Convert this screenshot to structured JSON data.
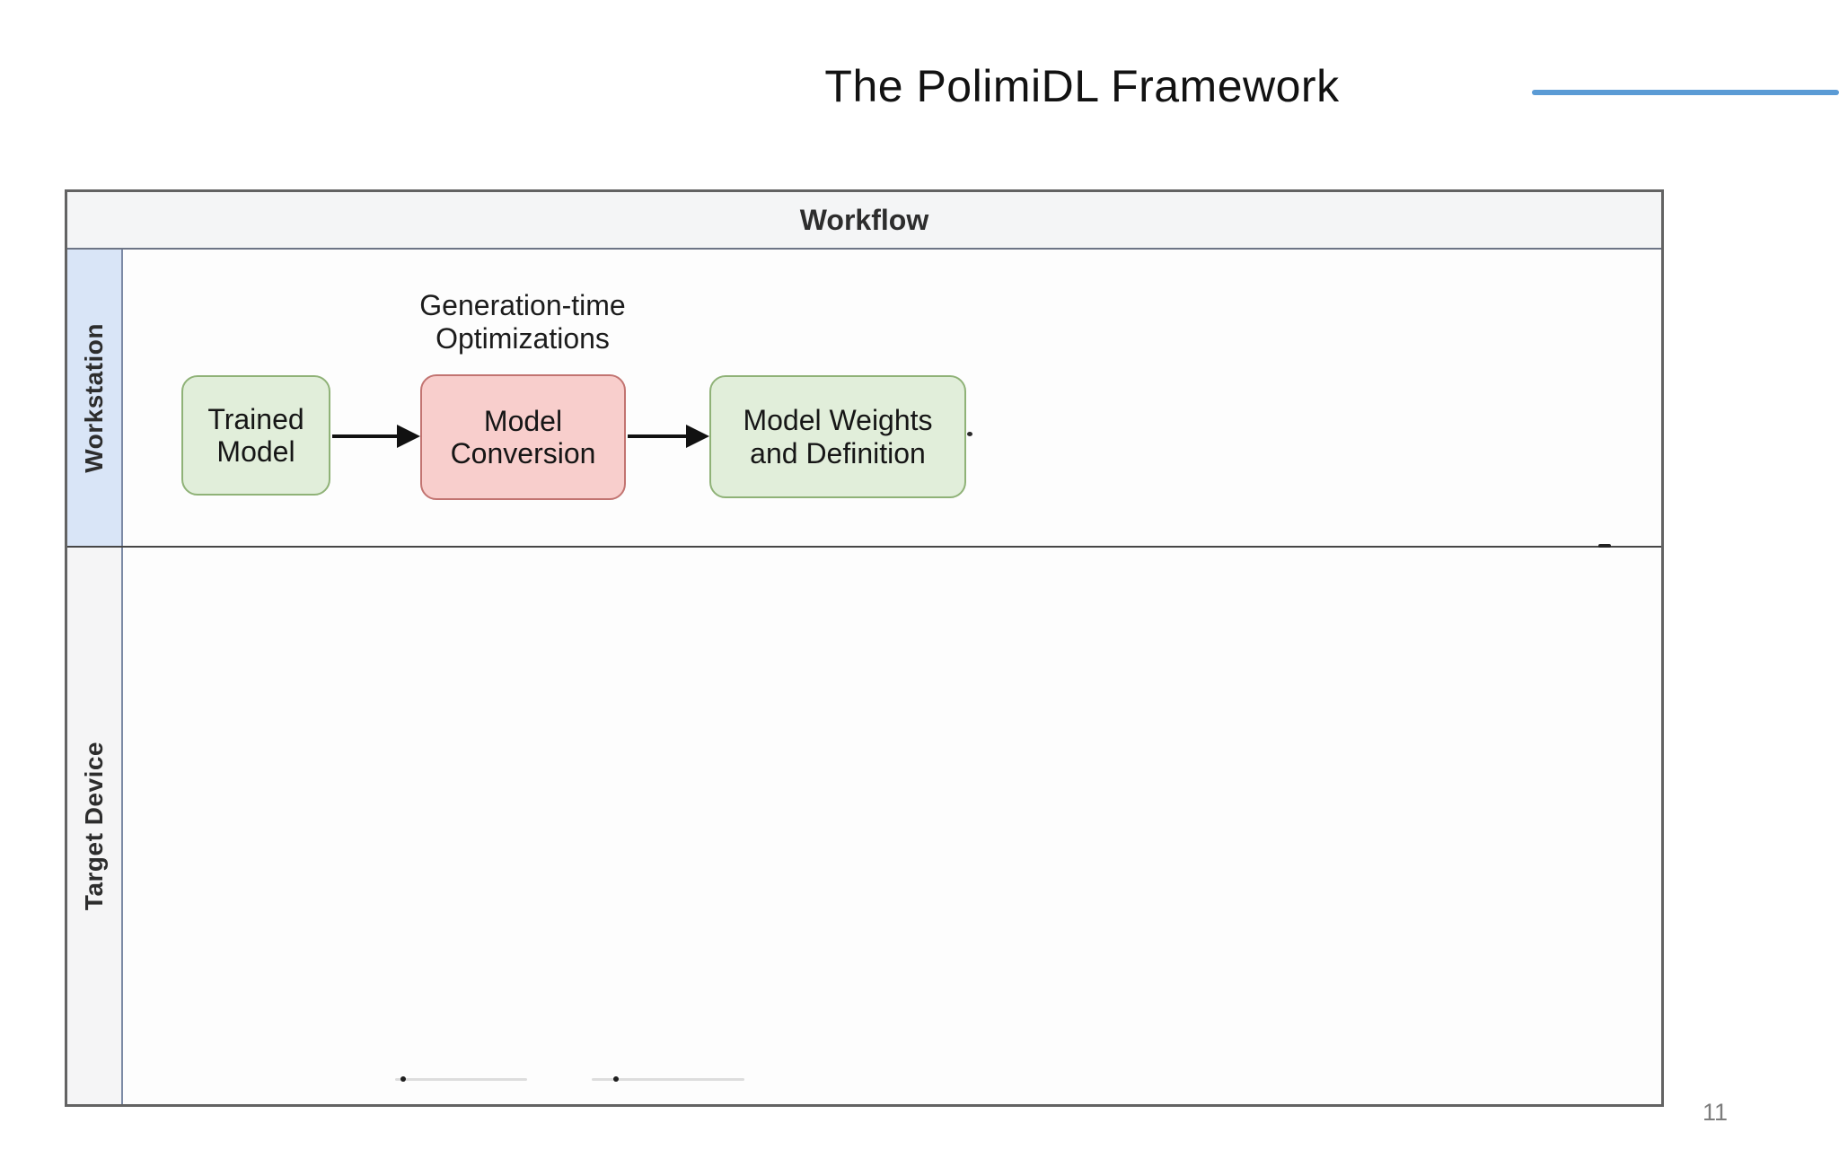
{
  "slide": {
    "title": "The PolimiDL Framework",
    "page_number": "11"
  },
  "workflow_table": {
    "header": "Workflow",
    "lanes": [
      {
        "label": "Workstation"
      },
      {
        "label": "Target Device"
      }
    ]
  },
  "diagram": {
    "caption": {
      "line1": "Generation-time",
      "line2": "Optimizations"
    },
    "nodes": [
      {
        "id": "trained-model",
        "line1": "Trained",
        "line2": "Model",
        "color": "green"
      },
      {
        "id": "model-conversion",
        "line1": "Model",
        "line2": "Conversion",
        "color": "red"
      },
      {
        "id": "model-weights",
        "line1": "Model Weights",
        "line2": "and Definition",
        "color": "green"
      }
    ],
    "arrows": [
      {
        "from": "trained-model",
        "to": "model-conversion"
      },
      {
        "from": "model-conversion",
        "to": "model-weights"
      }
    ]
  },
  "colors": {
    "accent_line": "#5b9bd5",
    "green_fill": "#e1eeda",
    "green_stroke": "#8fb277",
    "red_fill": "#f8cecc",
    "red_stroke": "#c27471",
    "lane1_label_fill": "#d9e5f7",
    "lane2_label_fill": "#f5f5f6",
    "header_fill": "#f4f5f6",
    "table_border": "#636363",
    "inner_border": "#7c8aa5"
  }
}
